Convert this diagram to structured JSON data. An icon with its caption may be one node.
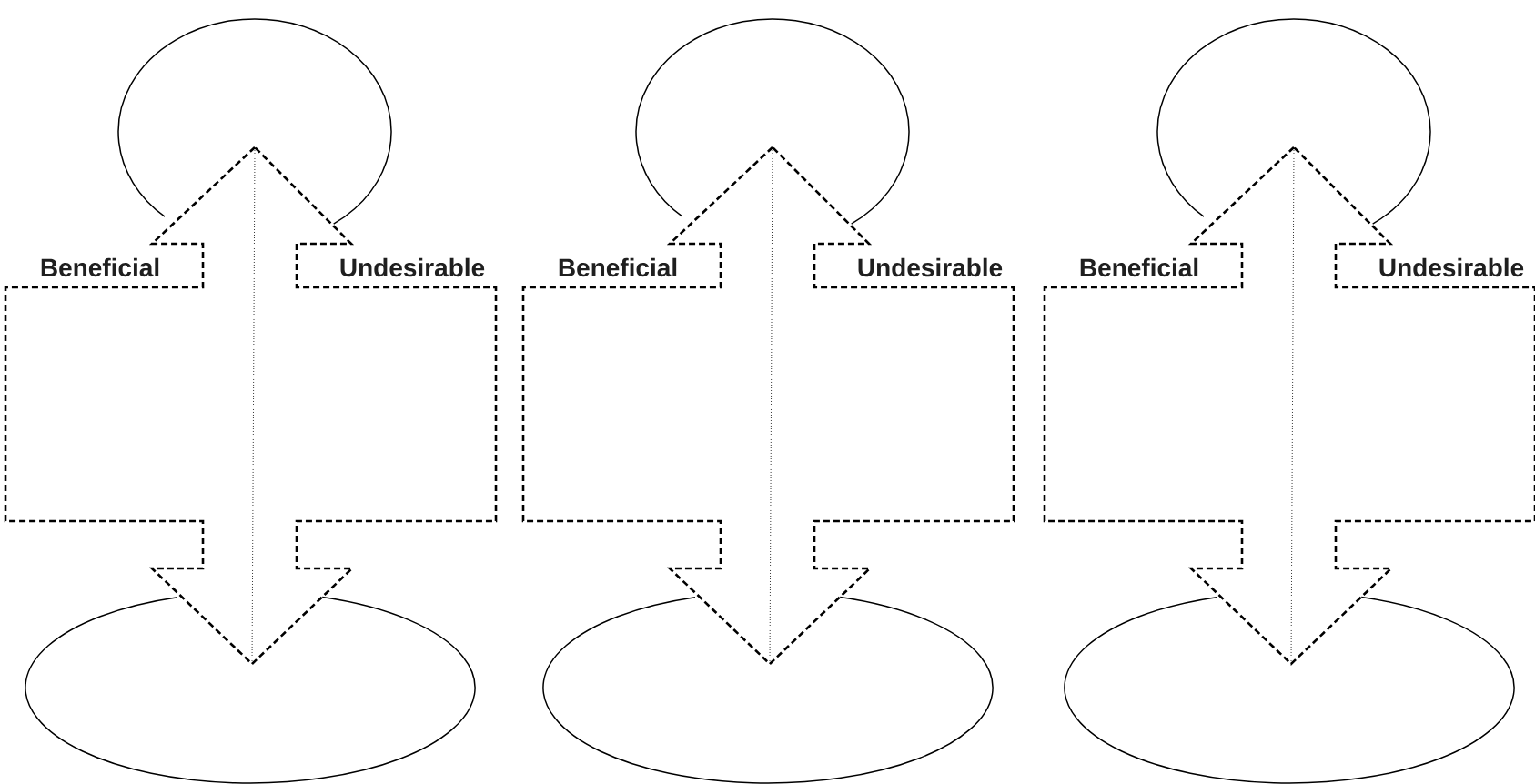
{
  "diagram": {
    "nodes": [
      {
        "text": [],
        "shape": "circle"
      },
      {
        "text": [
          "Beneficial"
        ]
      },
      {
        "text": [
          "Undesirable"
        ]
      },
      {
        "text": [],
        "shape": "ellipse"
      },
      {
        "text": [],
        "shape": "circle"
      },
      {
        "text": [
          "Beneficial"
        ]
      },
      {
        "text": [
          "Undesirable"
        ]
      },
      {
        "text": [],
        "shape": "ellipse"
      },
      {
        "text": [],
        "shape": "circle"
      },
      {
        "text": [
          "Beneficial"
        ]
      },
      {
        "text": [
          "Undesirable"
        ]
      },
      {
        "text": [],
        "shape": "ellipse"
      }
    ],
    "edges": [
      {
        "from": 0,
        "to": 3,
        "arrow": "both",
        "style": "dashed"
      },
      {
        "from": 4,
        "to": 7,
        "arrow": "both",
        "style": "dashed"
      },
      {
        "from": 8,
        "to": 11,
        "arrow": "both",
        "style": "dashed"
      },
      {
        "from": 0,
        "to": 3,
        "arrow": "none"
      },
      {
        "from": 4,
        "to": 7,
        "arrow": "none"
      },
      {
        "from": 8,
        "to": 11,
        "arrow": "none"
      }
    ]
  }
}
